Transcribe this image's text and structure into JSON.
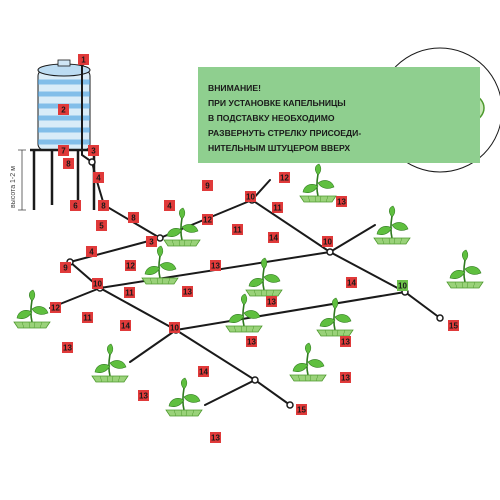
{
  "notice": {
    "lines": [
      "ВНИМАНИЕ!",
      "ПРИ УСТАНОВКЕ КАПЕЛЬНИЦЫ",
      "В ПОДСТАВКУ НЕОБХОДИМО",
      "РАЗВЕРНУТЬ СТРЕЛКУ ПРИСОЕДИ-",
      "НИТЕЛЬНЫМ ШТУЦЕРОМ ВВЕРХ"
    ],
    "background": "#8fcf8f"
  },
  "tank": {
    "height_label": "высота 1-2 м"
  },
  "colors": {
    "badge_red": "#e03a3a",
    "badge_green": "#6cc04a",
    "pipe": "#1a1a1a",
    "plant": "#5fbf3f",
    "tray": "#9ad27a",
    "tank": "#4aa0e0"
  },
  "badges": [
    {
      "text": "1",
      "color": "red"
    },
    {
      "text": "2",
      "color": "red"
    },
    {
      "text": "7",
      "color": "red"
    },
    {
      "text": "3",
      "color": "red"
    },
    {
      "text": "8",
      "color": "red"
    },
    {
      "text": "4",
      "color": "red"
    },
    {
      "text": "6",
      "color": "red"
    },
    {
      "text": "8",
      "color": "red"
    },
    {
      "text": "5",
      "color": "red"
    },
    {
      "text": "8",
      "color": "red"
    },
    {
      "text": "4",
      "color": "red"
    },
    {
      "text": "3",
      "color": "red"
    },
    {
      "text": "4",
      "color": "red"
    },
    {
      "text": "9",
      "color": "red"
    },
    {
      "text": "10",
      "color": "red"
    },
    {
      "text": "12",
      "color": "red"
    },
    {
      "text": "13",
      "color": "red"
    },
    {
      "text": "11",
      "color": "red"
    },
    {
      "text": "12",
      "color": "red"
    },
    {
      "text": "11",
      "color": "red"
    },
    {
      "text": "13",
      "color": "red"
    },
    {
      "text": "14",
      "color": "red"
    },
    {
      "text": "10",
      "color": "red"
    },
    {
      "text": "9",
      "color": "red"
    },
    {
      "text": "12",
      "color": "red"
    },
    {
      "text": "10",
      "color": "red"
    },
    {
      "text": "11",
      "color": "red"
    },
    {
      "text": "13",
      "color": "red"
    },
    {
      "text": "13",
      "color": "red"
    },
    {
      "text": "12",
      "color": "red"
    },
    {
      "text": "11",
      "color": "red"
    },
    {
      "text": "14",
      "color": "red"
    },
    {
      "text": "14",
      "color": "red"
    },
    {
      "text": "10",
      "color": "green"
    },
    {
      "text": "13",
      "color": "red"
    },
    {
      "text": "10",
      "color": "red"
    },
    {
      "text": "13",
      "color": "red"
    },
    {
      "text": "13",
      "color": "red"
    },
    {
      "text": "14",
      "color": "red"
    },
    {
      "text": "15",
      "color": "red"
    },
    {
      "text": "13",
      "color": "red"
    },
    {
      "text": "13",
      "color": "red"
    },
    {
      "text": "15",
      "color": "red"
    },
    {
      "text": "13",
      "color": "red"
    }
  ]
}
